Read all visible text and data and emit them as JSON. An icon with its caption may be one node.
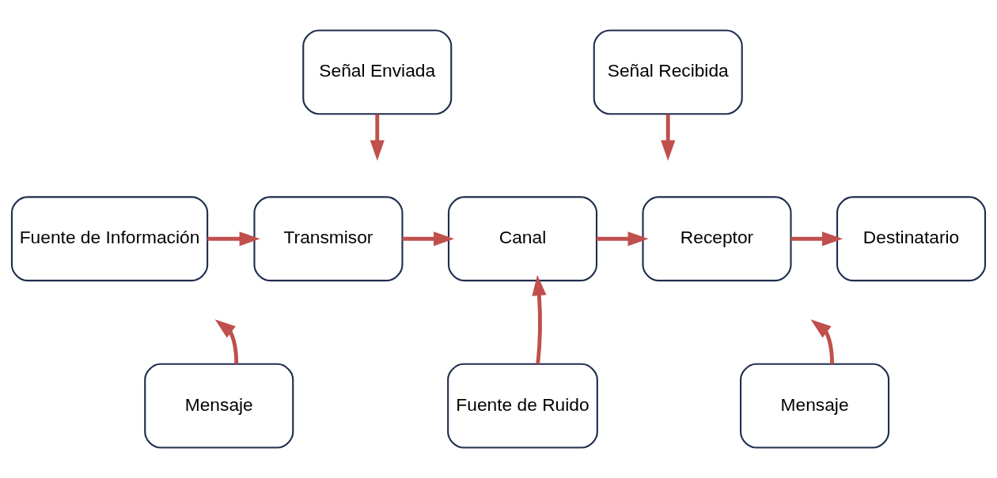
{
  "diagram": {
    "nodes": [
      {
        "text": [
          "Fuente de Información"
        ]
      },
      {
        "text": [
          "Transmisor"
        ]
      },
      {
        "text": [
          "Canal"
        ]
      },
      {
        "text": [
          "Receptor"
        ]
      },
      {
        "text": [
          "Destinatario"
        ]
      },
      {
        "text": [
          "Señal Enviada"
        ]
      },
      {
        "text": [
          "Señal Recibida"
        ]
      },
      {
        "text": [
          "Mensaje"
        ]
      },
      {
        "text": [
          "Fuente de Ruido"
        ]
      },
      {
        "text": [
          "Mensaje"
        ]
      }
    ],
    "edges": [
      {
        "from": 0,
        "to": 1,
        "arrow": "to"
      },
      {
        "from": 1,
        "to": 2,
        "arrow": "to"
      },
      {
        "from": 2,
        "to": 3,
        "arrow": "to"
      },
      {
        "from": 3,
        "to": 4,
        "arrow": "to"
      },
      {
        "from": 5,
        "to": null,
        "arrow": "to"
      },
      {
        "from": 6,
        "to": null,
        "arrow": "to"
      },
      {
        "from": 7,
        "to": null,
        "arrow": "to"
      },
      {
        "from": 8,
        "to": 2,
        "arrow": "to"
      },
      {
        "from": 9,
        "to": null,
        "arrow": "to"
      }
    ]
  }
}
